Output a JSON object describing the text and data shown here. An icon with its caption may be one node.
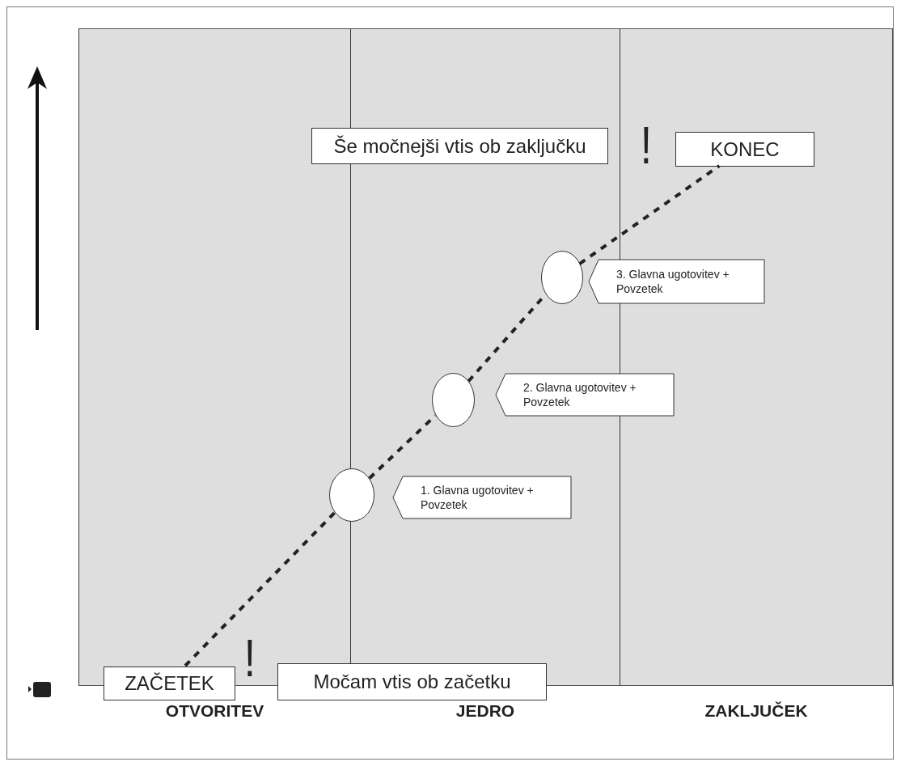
{
  "diagram": {
    "nodes": [
      {
        "text": [
          "OTVORITEV"
        ]
      },
      {
        "text": [
          "JEDRO"
        ]
      },
      {
        "text": [
          "ZAKLJUČEK"
        ]
      },
      {
        "text": [
          "Še močnejši vtis ob zaključku"
        ]
      },
      {
        "text": [
          "KONEC"
        ],
        "in": 2
      },
      {
        "text": [],
        "shape": "circle",
        "in": 1
      },
      {
        "text": [
          "3. Glavna ugotovitev + Povzetek"
        ]
      },
      {
        "text": [],
        "shape": "circle",
        "in": 1
      },
      {
        "text": [
          "2. Glavna ugotovitev + Povzetek"
        ]
      },
      {
        "text": [],
        "shape": "circle"
      },
      {
        "text": [
          "1. Glavna ugotovitev + Povzetek"
        ],
        "in": 1
      },
      {
        "text": [
          "ZAČETEK"
        ],
        "in": 0
      },
      {
        "text": [
          "Močam vtis ob začetku"
        ]
      }
    ],
    "edges": [
      {
        "from": 11,
        "to": 9,
        "arrow": "none",
        "style": "dashed"
      },
      {
        "from": 9,
        "to": 7,
        "arrow": "none",
        "style": "dashed"
      },
      {
        "from": 7,
        "to": 5,
        "arrow": "none",
        "style": "dashed"
      },
      {
        "from": 5,
        "to": 4,
        "arrow": "none",
        "style": "dashed"
      }
    ],
    "labels": [
      "!",
      "!"
    ]
  }
}
